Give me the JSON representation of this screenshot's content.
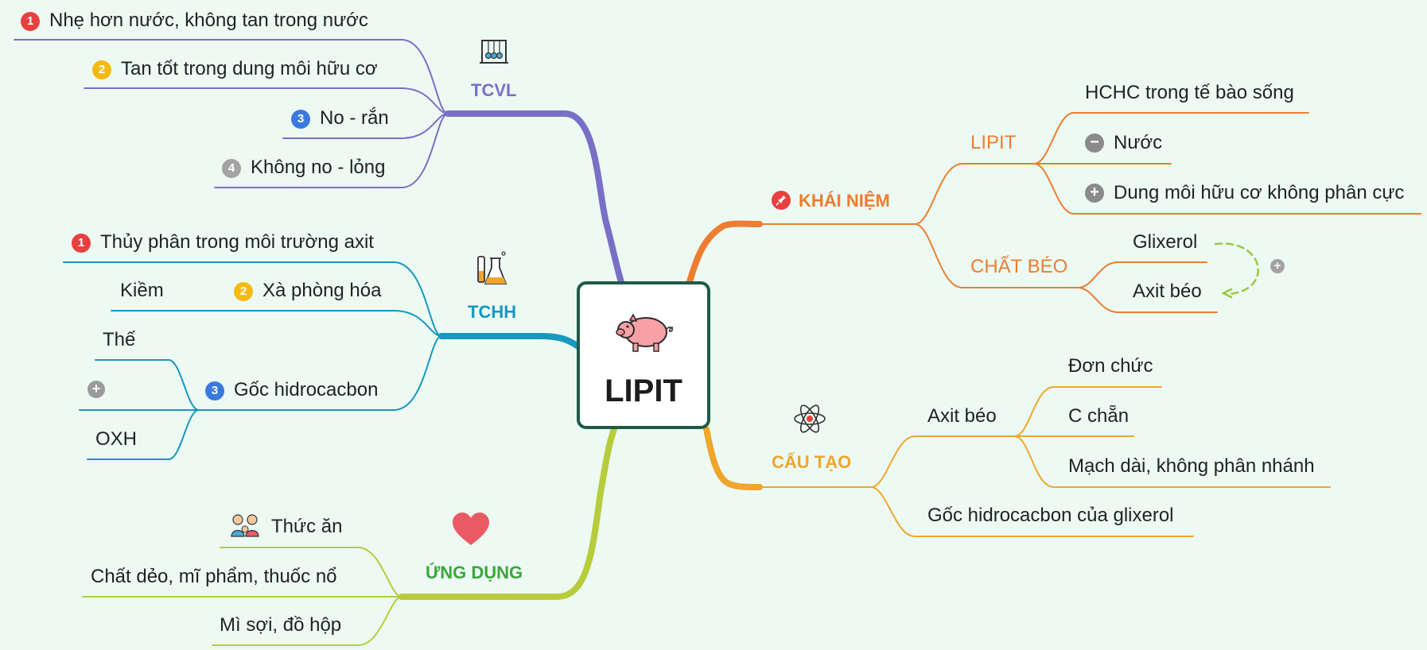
{
  "root": {
    "label": "LIPIT",
    "icon": "pig-icon"
  },
  "branches": {
    "tcvl": {
      "label": "TCVL",
      "color": "#7a6fc6",
      "icon": "newtons-cradle-icon",
      "items": [
        {
          "num": "1",
          "text": "Nhẹ hơn nước, không tan trong nước"
        },
        {
          "num": "2",
          "text": "Tan tốt trong dung môi hữu cơ"
        },
        {
          "num": "3",
          "text": "No - rắn"
        },
        {
          "num": "4",
          "text": "Không no - lỏng"
        }
      ]
    },
    "tchh": {
      "label": "TCHH",
      "color": "#1798bf",
      "icon": "chemistry-flask-icon",
      "items": [
        {
          "num": "1",
          "text": "Thủy phân trong môi trường axit"
        },
        {
          "num": "2",
          "text": "Xà phòng hóa",
          "sub": [
            "Kiềm"
          ]
        },
        {
          "num": "3",
          "text": "Gốc hidrocacbon",
          "sub": [
            "Thế",
            "+",
            "OXH"
          ]
        }
      ]
    },
    "ung_dung": {
      "label": "ỨNG DỤNG",
      "color": "#3aa63b",
      "line_color": "#b7cc3a",
      "icon": "heart-icon",
      "items": [
        {
          "text": "Thức ăn",
          "icon": "family-icon"
        },
        {
          "text": "Chất dẻo, mĩ phẩm, thuốc nổ"
        },
        {
          "text": "Mì sợi, đồ hộp"
        }
      ]
    },
    "khai_niem": {
      "label": "KHÁI NIỆM",
      "color": "#ed7d31",
      "icon": "pin-icon",
      "lipit": {
        "label": "LIPIT",
        "items": [
          "HCHC trong tế bào sống",
          "Nước",
          "Dung môi hữu cơ không phân cực"
        ],
        "signs": [
          "−",
          "+"
        ]
      },
      "chat_beo": {
        "label": "CHẤT BÉO",
        "items": [
          "Glixerol",
          "Axit béo"
        ],
        "relation_sign": "+"
      }
    },
    "cau_tao": {
      "label": "CẤU TẠO",
      "color": "#f0a52c",
      "icon": "atom-icon",
      "axit_beo": {
        "label": "Axit béo",
        "items": [
          "Đơn chức",
          "C chẵn",
          "Mạch dài, không phân nhánh"
        ]
      },
      "goc": "Gốc hidrocacbon của glixerol"
    }
  }
}
